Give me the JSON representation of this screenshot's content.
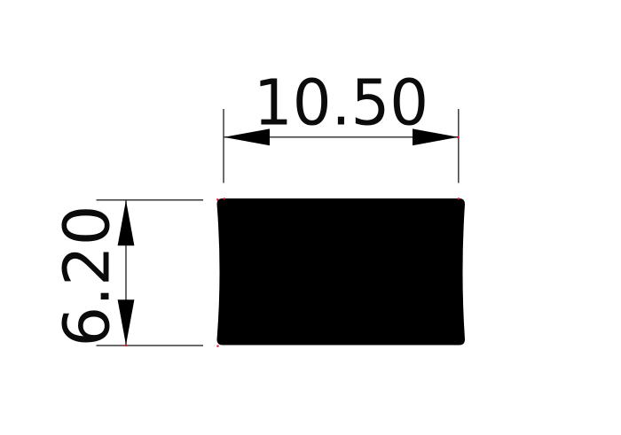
{
  "drawing": {
    "type": "technical-dimension-drawing",
    "background_color": "#ffffff",
    "shape": {
      "description": "solid black rectangular profile cross-section with rounded corners and slightly concave left and right sides",
      "fill_color": "#000000"
    },
    "dimensions": {
      "horizontal": {
        "label": "10.50",
        "orientation": "horizontal",
        "position": "above shape"
      },
      "vertical": {
        "label": "6.20",
        "orientation": "vertical",
        "position": "left of shape"
      }
    },
    "line_color": "#3a3a3a",
    "arrow_color": "#000000",
    "endpoint_marker_color": "#e8112d"
  }
}
